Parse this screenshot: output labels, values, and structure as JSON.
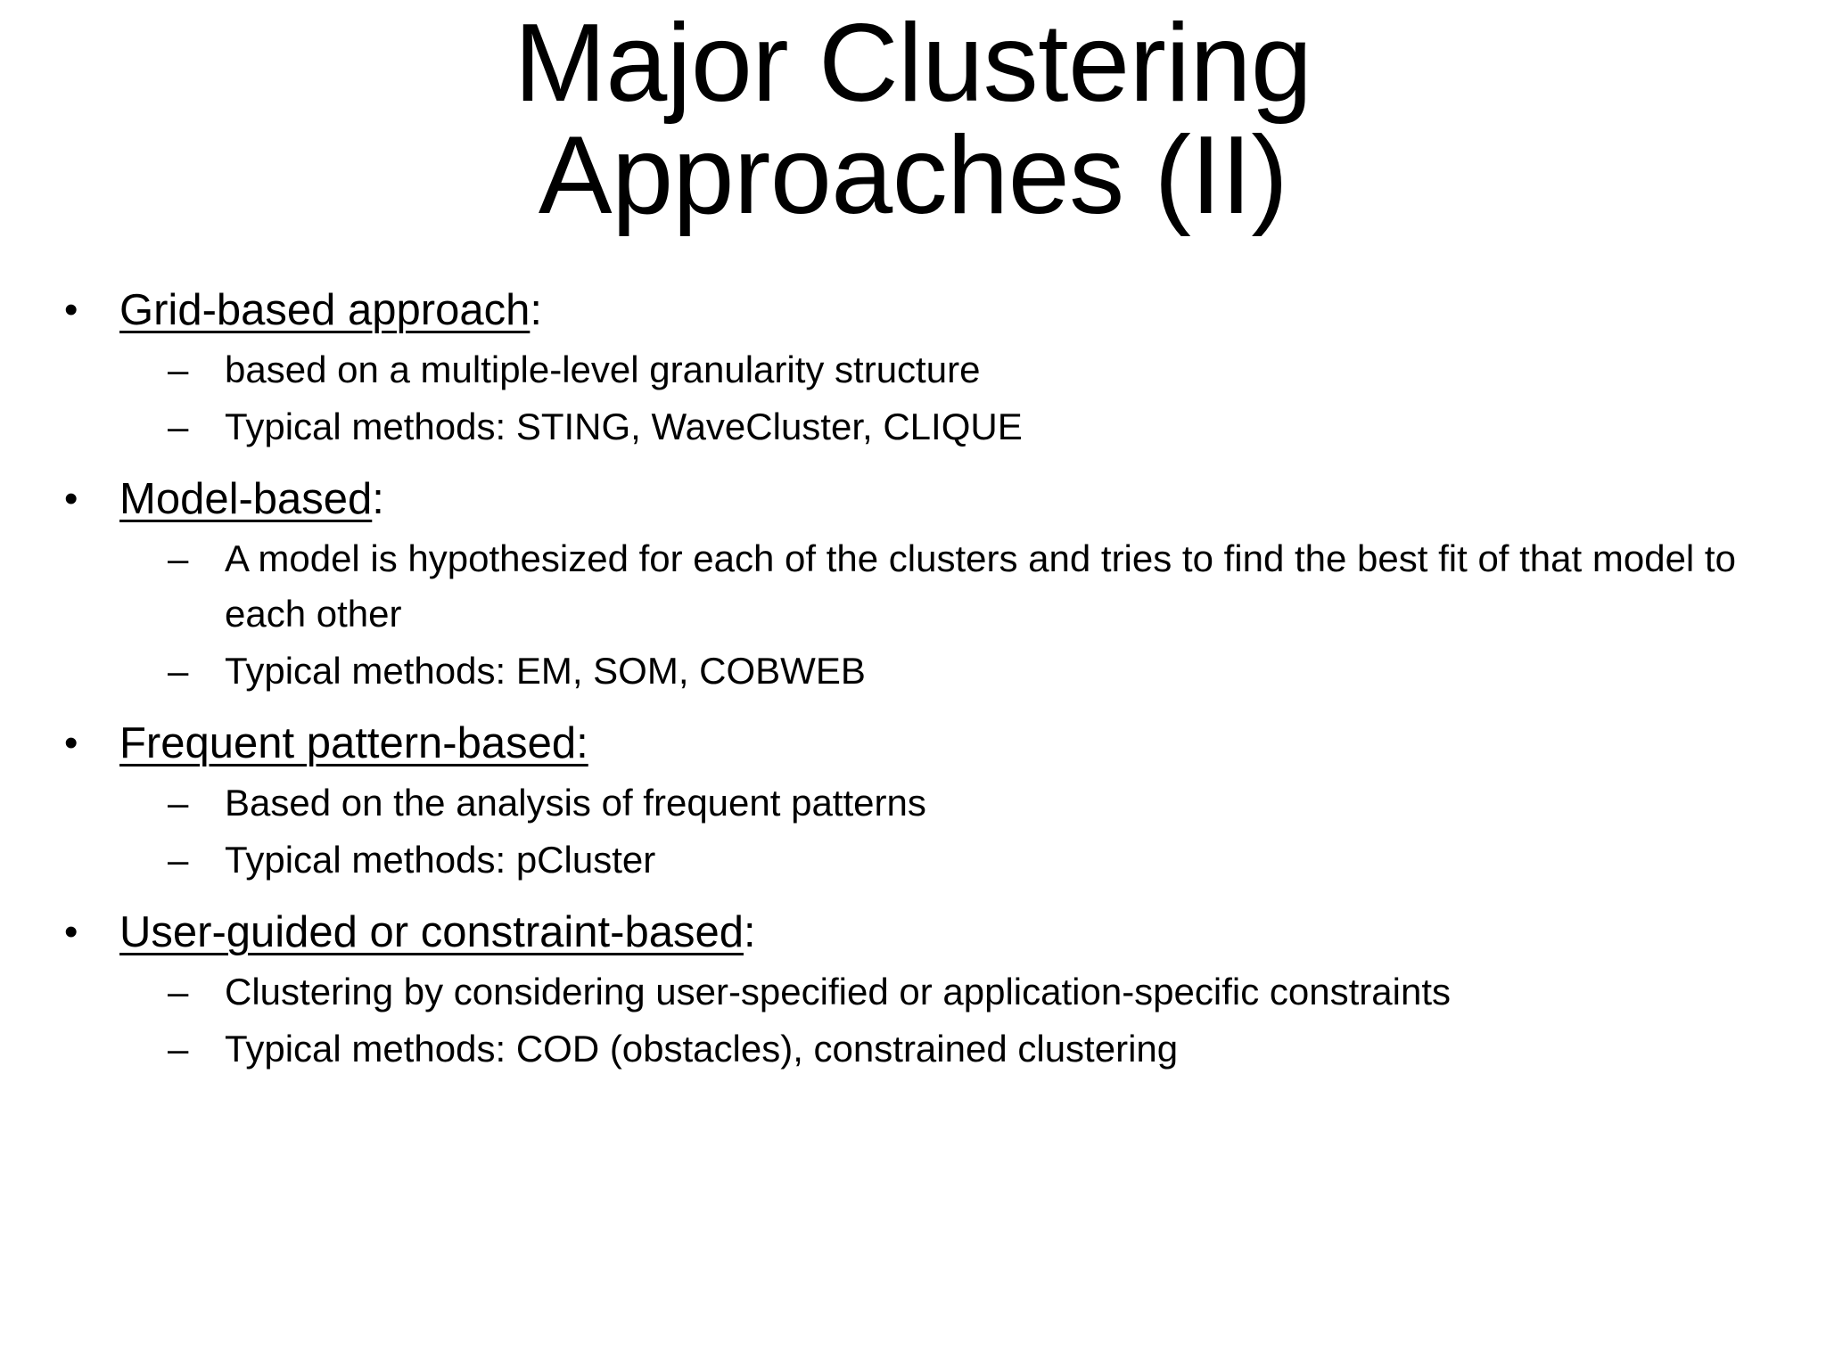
{
  "slide": {
    "title": "Major Clustering\nApproaches (II)",
    "title_line_1": "Major Clustering",
    "title_line_2": "Approaches (II)",
    "bullet_marker": "•",
    "sub_marker": "–",
    "sections": [
      {
        "heading": "Grid-based approach",
        "heading_suffix": ":",
        "underline_includes_suffix": false,
        "items": [
          "based on a multiple-level granularity structure",
          "Typical methods: STING, WaveCluster, CLIQUE"
        ]
      },
      {
        "heading": "Model-based",
        "heading_suffix": ":",
        "underline_includes_suffix": false,
        "items": [
          "A model is hypothesized for each of the clusters and tries to find the best fit of that model to each other",
          "Typical methods: EM, SOM, COBWEB"
        ]
      },
      {
        "heading": "Frequent pattern-based:",
        "heading_suffix": "",
        "underline_includes_suffix": true,
        "items": [
          "Based on the analysis of frequent patterns",
          "Typical methods: pCluster"
        ]
      },
      {
        "heading": "User-guided or constraint-based",
        "heading_suffix": ":",
        "underline_includes_suffix": false,
        "items": [
          "Clustering by considering user-specified or application-specific constraints",
          "Typical methods: COD (obstacles), constrained clustering"
        ]
      }
    ]
  },
  "colors": {
    "background": "#ffffff",
    "text": "#000000"
  }
}
